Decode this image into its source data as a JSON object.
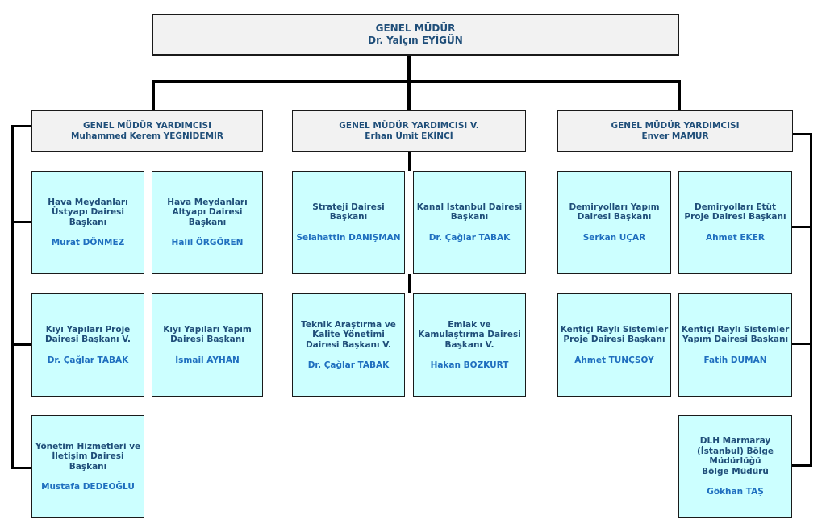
{
  "general_manager": {
    "title": "GENEL MÜDÜR",
    "name": "Dr. Yalçın EYİGÜN"
  },
  "deputies": [
    {
      "title": "GENEL MÜDÜR YARDIMCISI",
      "name": "Muhammed Kerem YEĞNİDEMİR"
    },
    {
      "title": "GENEL MÜDÜR YARDIMCISI V.",
      "name": "Erhan Ümit EKİNCİ"
    },
    {
      "title": "GENEL MÜDÜR YARDIMCISI",
      "name": "Enver MAMUR"
    }
  ],
  "units": [
    {
      "title": "Hava Meydanları\nÜstyapı Dairesi\nBaşkanı",
      "name": "Murat DÖNMEZ"
    },
    {
      "title": "Hava Meydanları\nAltyapı Dairesi\nBaşkanı",
      "name": "Halil ÖRGÖREN"
    },
    {
      "title": "Kıyı Yapıları Proje\nDairesi Başkanı V.",
      "name": "Dr. Çağlar TABAK"
    },
    {
      "title": "Kıyı Yapıları Yapım\nDairesi Başkanı",
      "name": "İsmail AYHAN"
    },
    {
      "title": "Yönetim Hizmetleri ve\nİletişim Dairesi\nBaşkanı",
      "name": "Mustafa DEDEOĞLU"
    },
    {
      "title": "Strateji Dairesi\nBaşkanı",
      "name": "Selahattin DANIŞMAN"
    },
    {
      "title": "Kanal İstanbul Dairesi\nBaşkanı",
      "name": "Dr. Çağlar TABAK"
    },
    {
      "title": "Teknik Araştırma ve\nKalite Yönetimi\nDairesi Başkanı V.",
      "name": "Dr. Çağlar TABAK"
    },
    {
      "title": "Emlak ve\nKamulaştırma Dairesi\nBaşkanı V.",
      "name": "Hakan BOZKURT"
    },
    {
      "title": "Demiryolları Yapım\nDairesi Başkanı",
      "name": "Serkan UÇAR"
    },
    {
      "title": "Demiryolları Etüt\nProje Dairesi Başkanı",
      "name": "Ahmet EKER"
    },
    {
      "title": "Kentiçi Raylı Sistemler\nProje Dairesi Başkanı",
      "name": "Ahmet TUNÇSOY"
    },
    {
      "title": "Kentiçi Raylı Sistemler\nYapım Dairesi Başkanı",
      "name": "Fatih DUMAN"
    },
    {
      "title": "DLH Marmaray\n(İstanbul) Bölge\nMüdürlüğü\nBölge Müdürü",
      "name": "Gökhan TAŞ"
    }
  ]
}
